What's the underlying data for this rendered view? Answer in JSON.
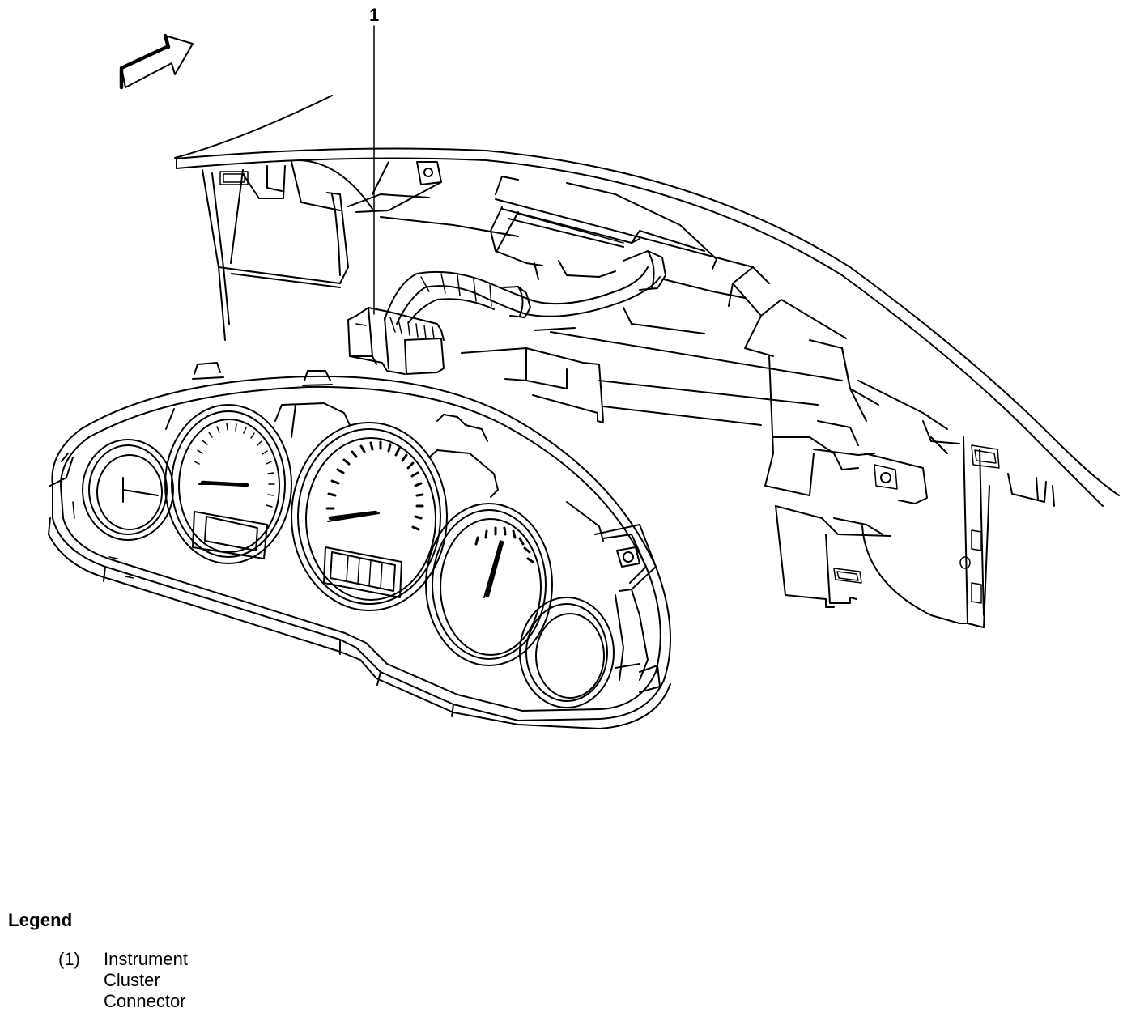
{
  "callouts": [
    {
      "number": "1"
    }
  ],
  "legend": {
    "title": "Legend",
    "items": [
      {
        "number": "(1)",
        "label": "Instrument Cluster Connector"
      }
    ]
  },
  "icons": {
    "direction": "forward-arrow-icon"
  }
}
